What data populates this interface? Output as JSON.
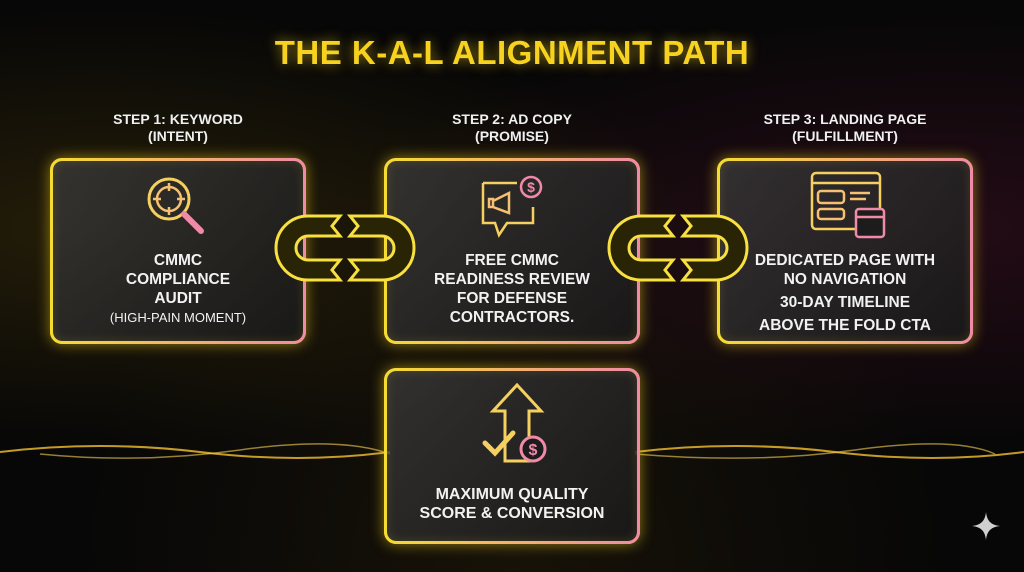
{
  "title": "THE K-A-L ALIGNMENT PATH",
  "steps": [
    {
      "label_line1": "STEP 1: KEYWORD",
      "label_line2": "(INTENT)",
      "lines": [
        "CMMC",
        "COMPLIANCE",
        "AUDIT"
      ],
      "subline": "(HIGH-PAIN MOMENT)",
      "icon": "magnifier-target-icon"
    },
    {
      "label_line1": "STEP 2: AD COPY",
      "label_line2": "(PROMISE)",
      "lines": [
        "FREE CMMC",
        "READINESS REVIEW",
        "FOR DEFENSE",
        "CONTRACTORS."
      ],
      "icon": "megaphone-dollar-icon"
    },
    {
      "label_line1": "STEP 3: LANDING PAGE",
      "label_line2": "(FULFILLMENT)",
      "lines": [
        "DEDICATED PAGE WITH",
        "NO NAVIGATION",
        "30-DAY TIMELINE",
        "ABOVE THE FOLD CTA"
      ],
      "icon": "webpage-calendar-icon"
    }
  ],
  "result": {
    "lines": [
      "MAXIMUM QUALITY",
      "SCORE & CONVERSION"
    ],
    "icon": "arrow-up-check-dollar-icon"
  },
  "colors": {
    "yellow": "#f7d21e",
    "pink": "#f08aa8"
  }
}
